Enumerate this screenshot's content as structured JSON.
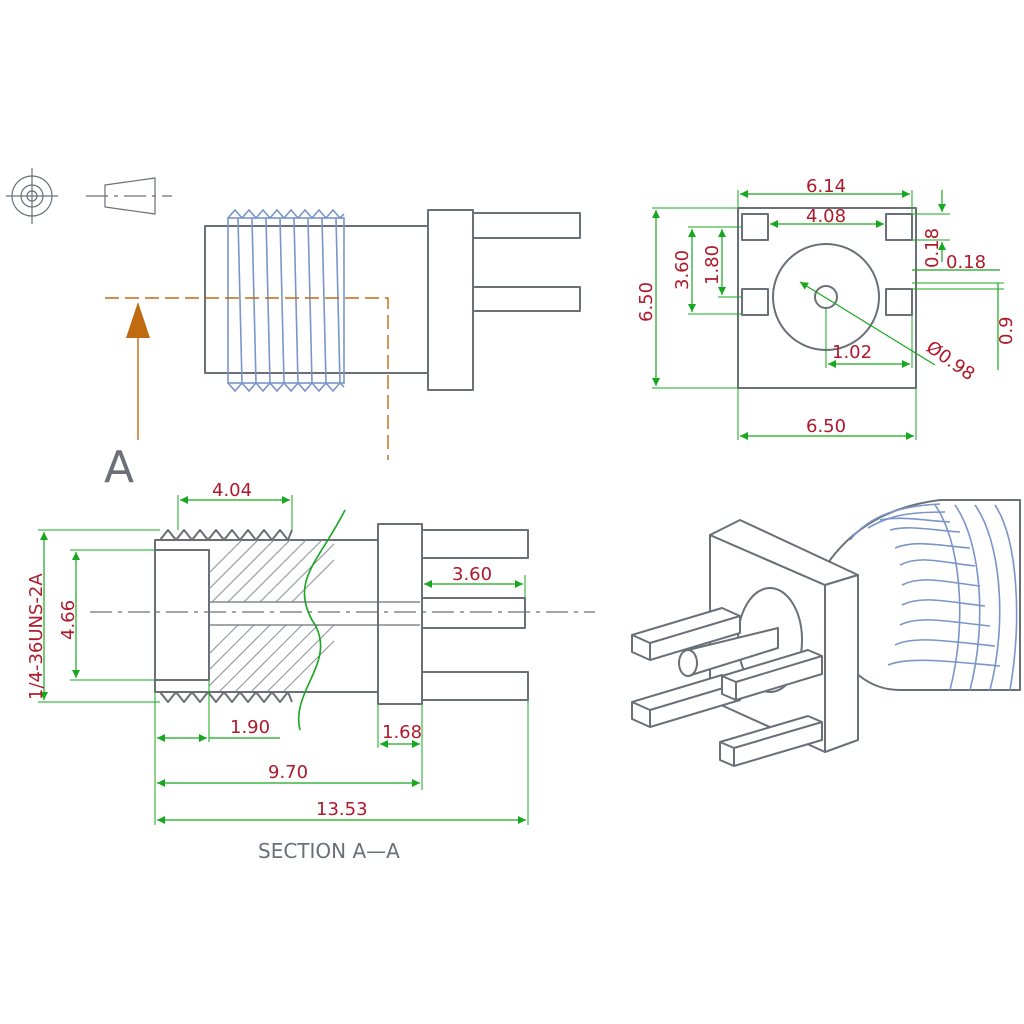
{
  "views": {
    "front_view": {
      "section_marker": "A"
    },
    "end_view": {
      "dims": {
        "top_width": "6.14",
        "pin_pitch_h": "4.08",
        "pin_width": "0.18",
        "pin_height": "0.18",
        "left_height": "6.50",
        "inner_height": "3.60",
        "half_height": "1.80",
        "center_offset": "1.02",
        "hole_dia": "Ø0.98",
        "right_height": "0.9",
        "bottom_width": "6.50"
      }
    },
    "section_view": {
      "title": "SECTION  A—A",
      "thread_spec": "1/4-36UNS-2A",
      "dims": {
        "thread_length": "4.04",
        "bore_dia": "4.66",
        "pin_length": "3.60",
        "bore_depth": "1.90",
        "flange_thickness": "1.68",
        "body_length": "9.70",
        "overall_length": "13.53"
      }
    }
  },
  "colors": {
    "outline": "#6a6f78",
    "thread": "#7a95c8",
    "dimension_line": "#17a81f",
    "dimension_text": "#b0192c",
    "section_marker": "#c06a12"
  }
}
